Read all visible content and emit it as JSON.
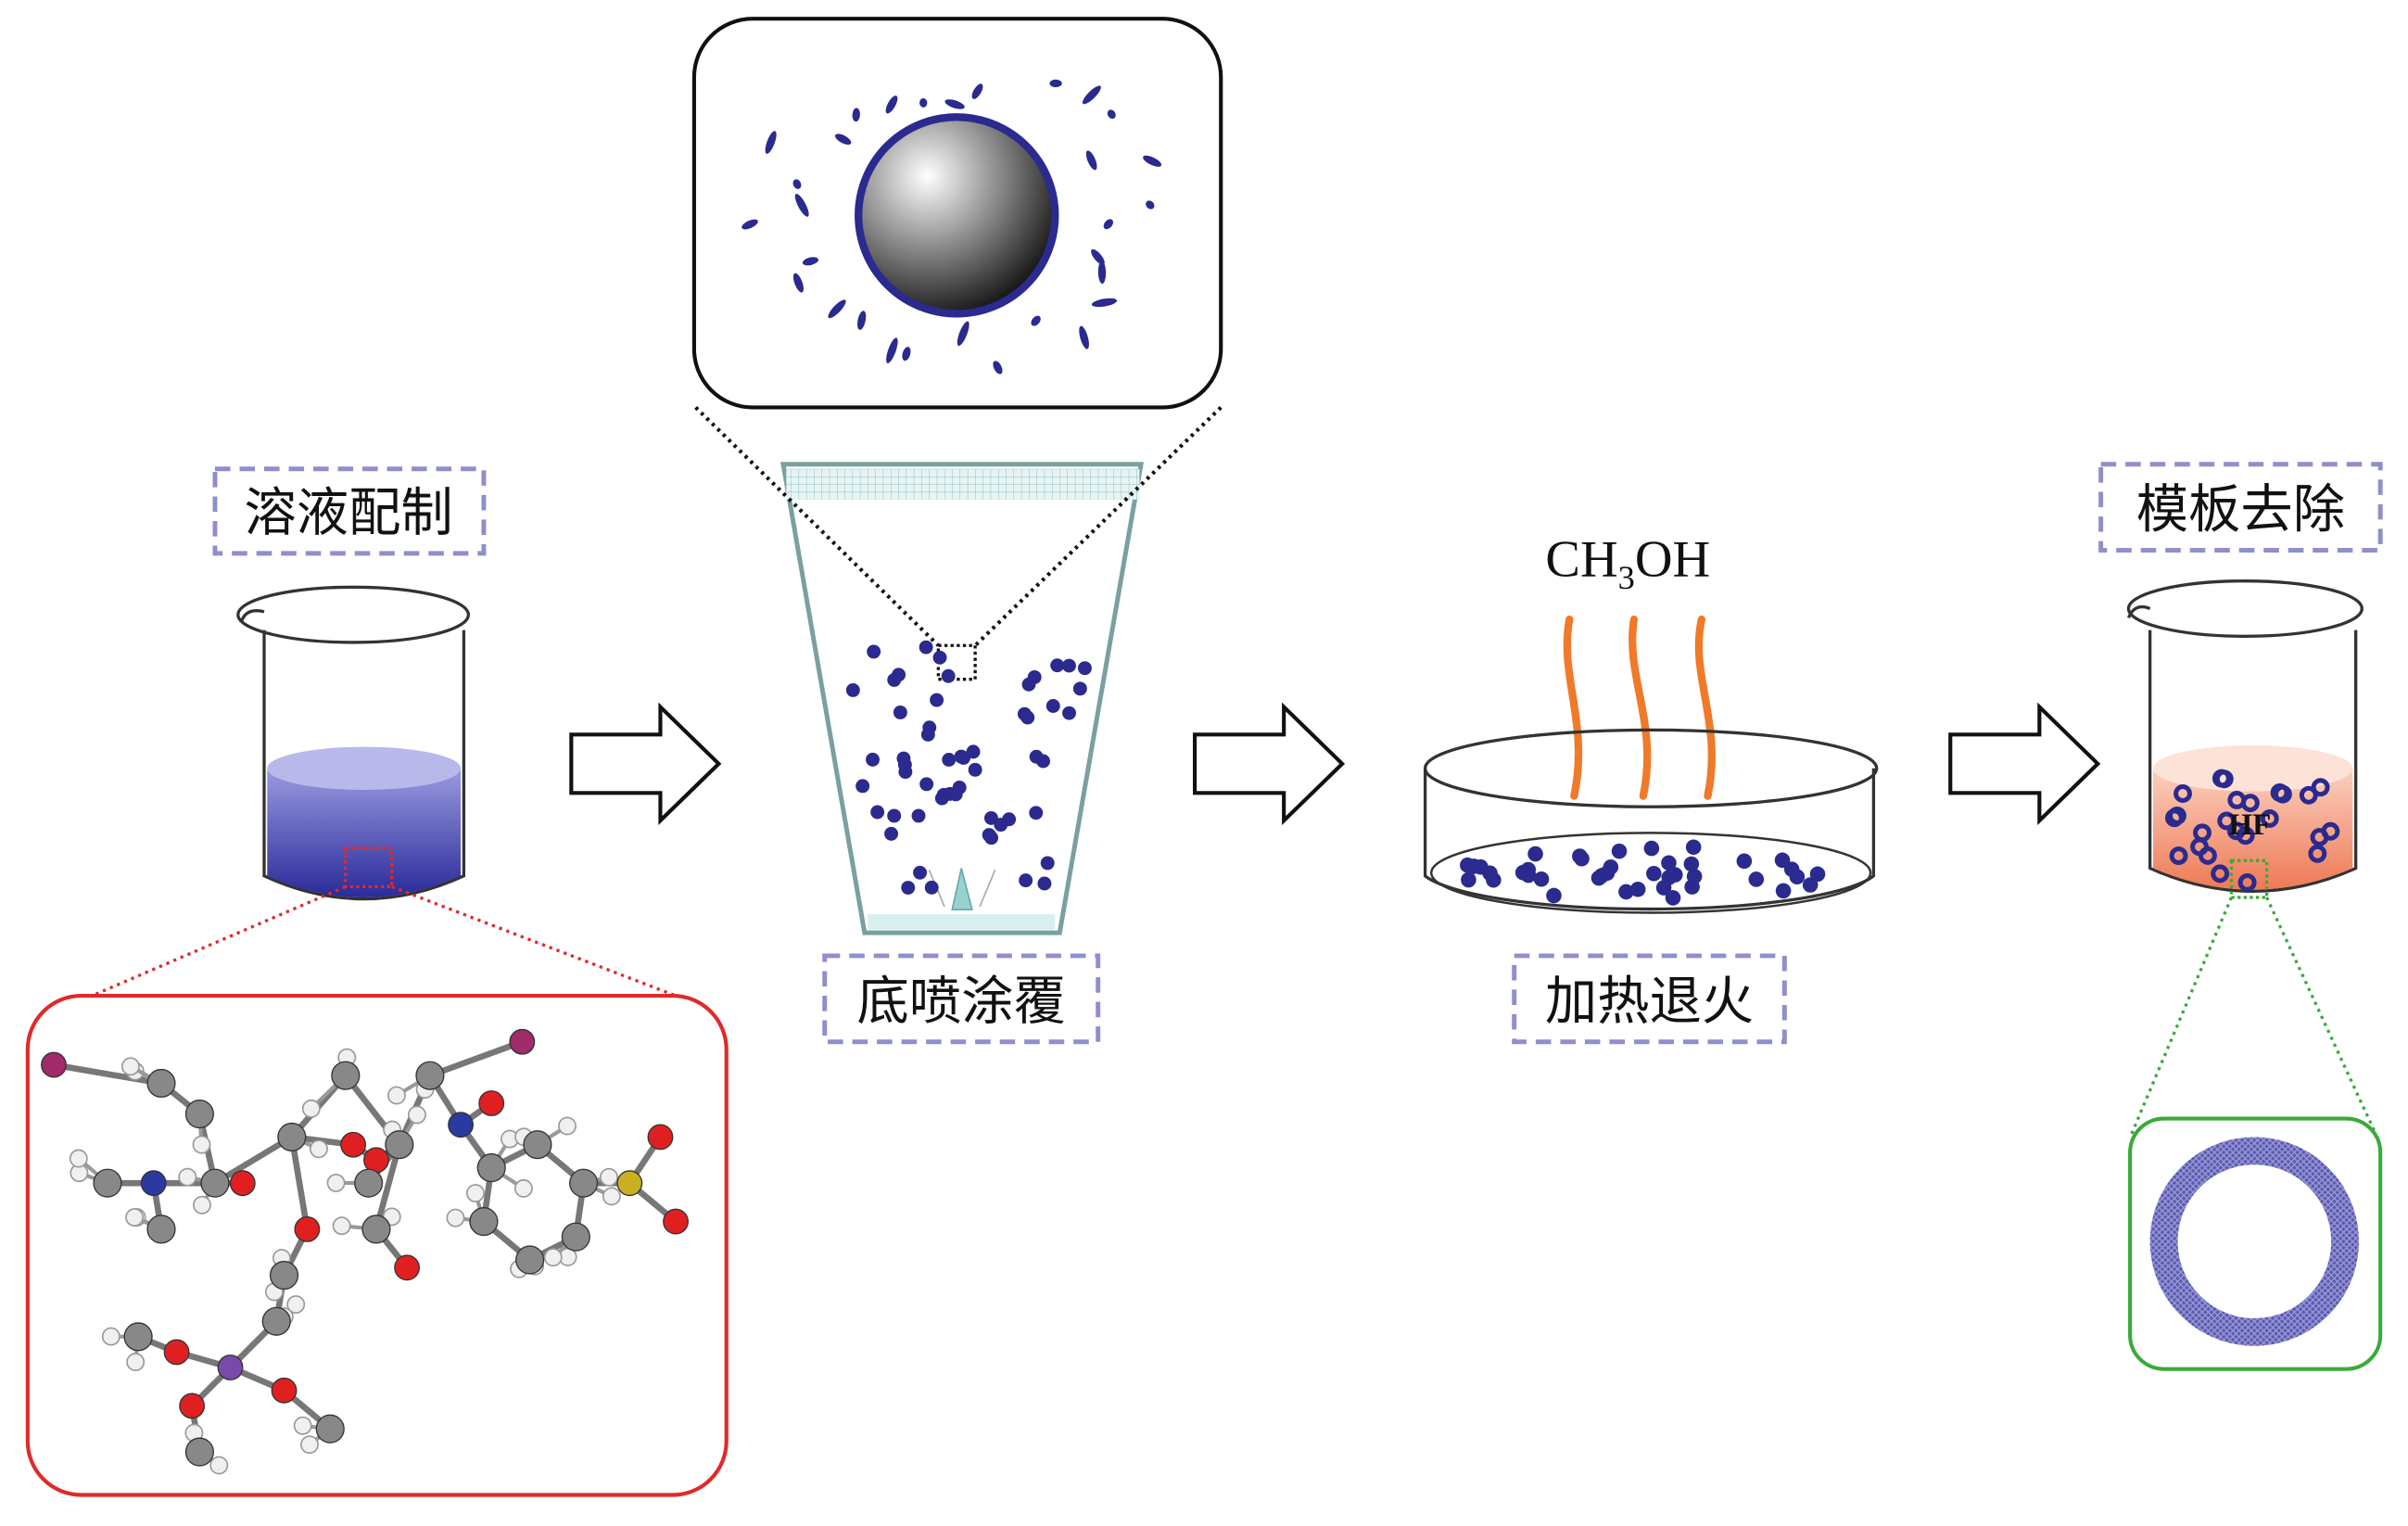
{
  "steps": [
    {
      "label": "溶液配制"
    },
    {
      "label": "底喷涂覆"
    },
    {
      "label": "加热退火"
    },
    {
      "label": "模板去除"
    }
  ],
  "annotations": {
    "methanol": {
      "main": "CH",
      "sub": "3",
      "tail": "OH"
    },
    "hf": "HF"
  },
  "colors": {
    "label_box_border": "#8f8fcc",
    "particle": "#2a2a8f",
    "solution_blue": "#4a4ab8",
    "hf_solution": "#f08a6a",
    "steam": "#f07a2a",
    "molecule_frame": "#e02a2a",
    "hollow_sphere_frame": "#3aaa3a",
    "oxygen": "#e02020",
    "carbon": "#888888",
    "hydrogen": "#f0f0f0",
    "nitrogen": "#2a3aa0",
    "silicon": "#7a4aa8",
    "sulfur": "#c8b020",
    "iodine": "#a02a6a"
  }
}
